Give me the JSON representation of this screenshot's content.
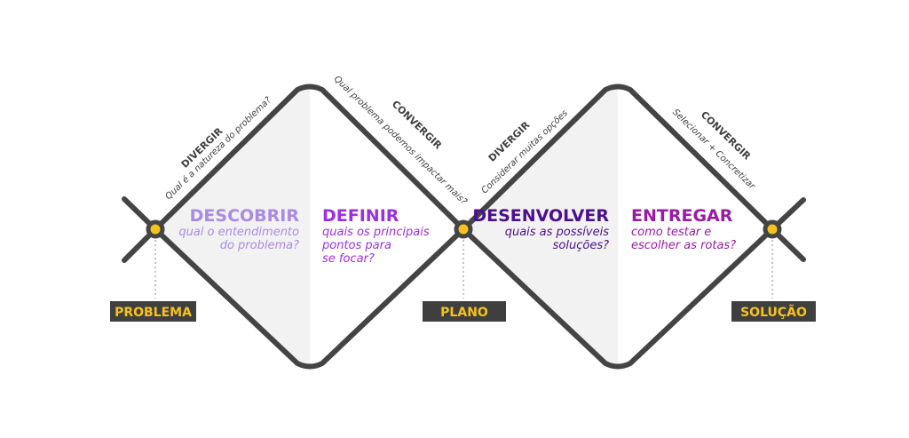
{
  "colors": {
    "outline": "#444444",
    "fill": "#f2f2f2",
    "node": "#f6c31c",
    "label_bg": "#3f3f3f",
    "label_text": "#f6c31c",
    "descobrir": "#a98ae6",
    "definir": "#9d2fe3",
    "desenvolver": "#4b0f8f",
    "entregar": "#9a1aa6"
  },
  "phases": {
    "descobrir": {
      "title": "DESCOBRIR",
      "desc1": "qual o entendimento",
      "desc2": "do problema?"
    },
    "definir": {
      "title": "DEFINIR",
      "desc1": "quais os principais",
      "desc2": "pontos para",
      "desc3": "se focar?"
    },
    "desenvolver": {
      "title": "DESENVOLVER",
      "desc1": "quais as possíveis",
      "desc2": "soluções?"
    },
    "entregar": {
      "title": "ENTREGAR",
      "desc1": "como testar e",
      "desc2": "escolher as rotas?"
    }
  },
  "slopes": {
    "divergir1": {
      "title": "DIVERGIR",
      "desc": "Qual é a natureza do problema?"
    },
    "convergir1": {
      "title": "CONVERGIR",
      "desc": "Qual problema podemos impactar mais?"
    },
    "divergir2": {
      "title": "DIVERGIR",
      "desc": "Considerar muitas opções"
    },
    "convergir2": {
      "title": "CONVERGIR",
      "desc": "Selecionar + Concretizar"
    }
  },
  "stages": {
    "problema": "PROBLEMA",
    "plano": "PLANO",
    "solucao": "SOLUÇÃO"
  }
}
